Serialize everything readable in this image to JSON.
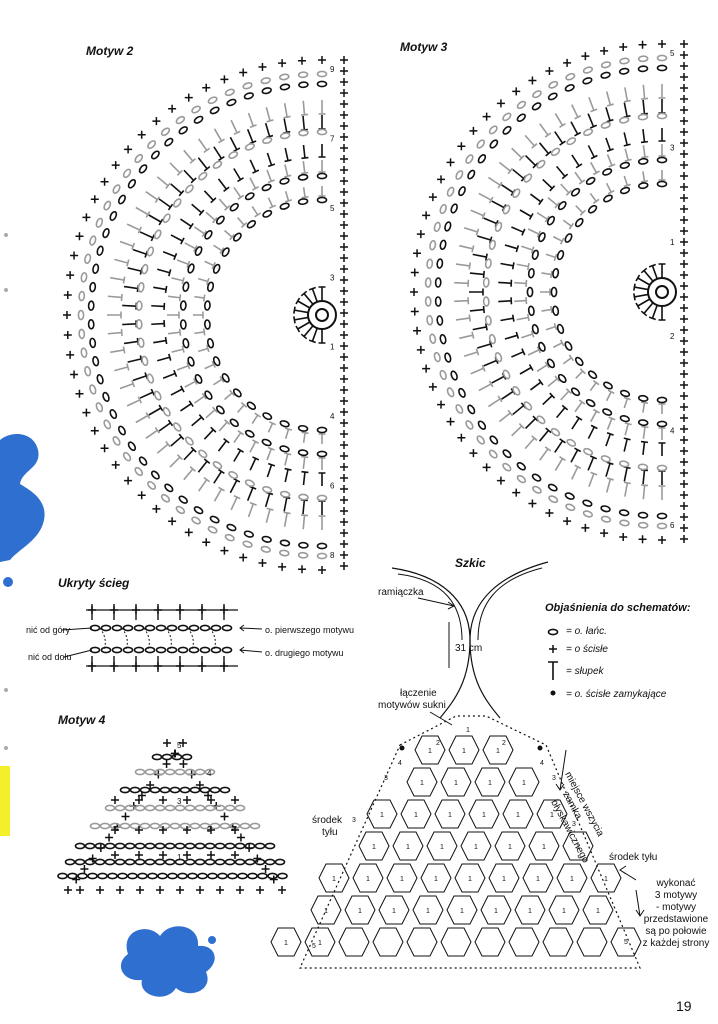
{
  "motifs": [
    {
      "title": "Motyw 2",
      "row_numbers": [
        "9",
        "7",
        "5",
        "3",
        "1",
        "4",
        "6",
        "8"
      ]
    },
    {
      "title": "Motyw 3",
      "row_numbers": [
        "5",
        "3",
        "1",
        "2",
        "4",
        "6"
      ]
    },
    {
      "title": "Motyw 4",
      "row_numbers": [
        "5",
        "4",
        "3",
        "2",
        "1"
      ]
    }
  ],
  "hidden_stitch": {
    "title": "Ukryty ścieg",
    "thread_top": "nić od góry",
    "thread_bottom": "nić od dołu",
    "first_motif": "o. pierwszego motywu",
    "second_motif": "o. drugiego motywu"
  },
  "sketch": {
    "title": "Szkic",
    "straps": "ramiączka",
    "strap_length": "31 cm",
    "joining": [
      "łączenie",
      "motywów sukni"
    ],
    "zip_place": [
      "miejsce wszycia",
      "zamka",
      "błyskawicznego"
    ],
    "back_center_left": [
      "środek",
      "tyłu"
    ],
    "back_center_right": "środek tyłu",
    "note": [
      "wykonać",
      "3 motywy",
      "- motywy",
      "przedstawione",
      "są po połowie",
      "z każdej strony"
    ],
    "cell_numbers": {
      "top": [
        "1",
        "2",
        "2",
        "4",
        "4",
        "3",
        "3"
      ],
      "ones": [
        "1",
        "1",
        "1",
        "1",
        "1",
        "1",
        "1",
        "1",
        "1",
        "1",
        "1",
        "1",
        "1",
        "1",
        "1",
        "1",
        "1",
        "1",
        "1",
        "1",
        "1",
        "1",
        "1",
        "1",
        "1",
        "1",
        "1",
        "1",
        "1",
        "1",
        "1",
        "1",
        "1",
        "1",
        "1",
        "1",
        "1",
        "1",
        "1",
        "1"
      ],
      "sides": [
        "3",
        "3",
        "5",
        "5"
      ]
    }
  },
  "legend": {
    "title": "Objaśnienia do schematów:",
    "items": [
      {
        "symbol": "chain-oval-icon",
        "text": "= o. łańc."
      },
      {
        "symbol": "cross-icon",
        "text": "= o ścisłe"
      },
      {
        "symbol": "double-crochet-icon",
        "text": "= słupek"
      },
      {
        "symbol": "dot-icon",
        "text": "= o. ścisłe zamykające"
      }
    ]
  },
  "decorations": {
    "paint_color": "#2f6fd0",
    "tab_color": "#f3ef2a",
    "gray_stitch_color": "#9a9a9a"
  },
  "page_number": "19"
}
